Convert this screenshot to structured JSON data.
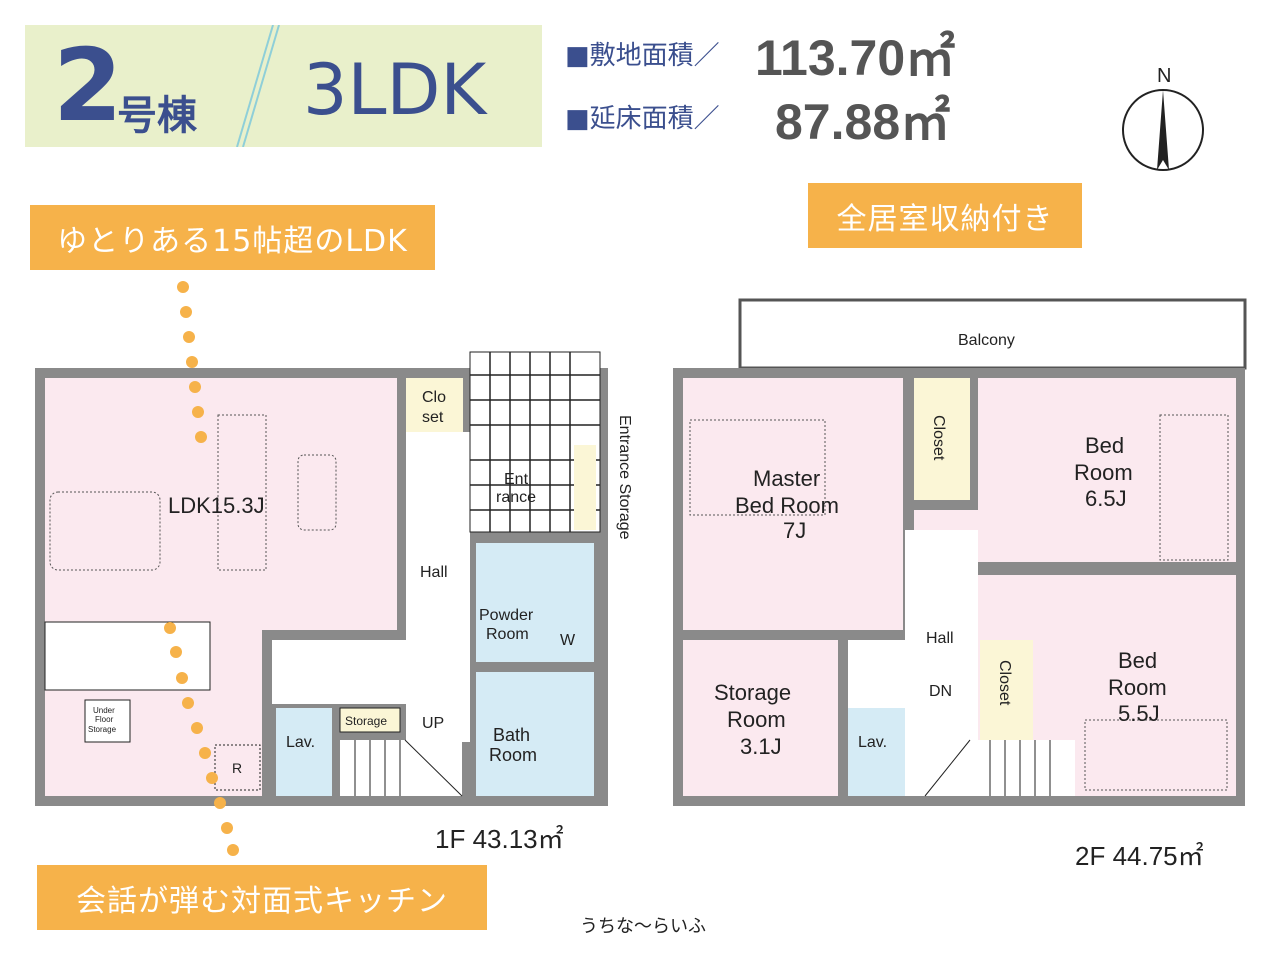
{
  "header": {
    "building_no": "2",
    "building_suffix": "号棟",
    "layout_type": "3LDK"
  },
  "areas": {
    "site_label": "■敷地面積／",
    "site_value": "113.70㎡",
    "floor_label": "■延床面積／",
    "floor_value": "87.88㎡"
  },
  "compass": {
    "north": "N"
  },
  "callouts": {
    "ldk": "ゆとりある15帖超のLDK",
    "storage": "全居室収納付き",
    "kitchen": "会話が弾む対面式キッチン"
  },
  "floor1": {
    "label": "1F 43.13㎡",
    "rooms": {
      "ldk": "LDK15.3J",
      "closet1": "Clo",
      "closet2": "set",
      "entrance1": "Ent",
      "entrance2": "rance",
      "entrance_storage": "Entrance Storage",
      "hall": "Hall",
      "powder1": "Powder",
      "powder2": "Room",
      "washer": "W",
      "bath1": "Bath",
      "bath2": "Room",
      "lav": "Lav.",
      "storage": "Storage",
      "up": "UP",
      "underfloor1": "Under",
      "underfloor2": "Floor",
      "underfloor3": "Storage",
      "fridge": "R"
    }
  },
  "floor2": {
    "label": "2F 44.75㎡",
    "rooms": {
      "balcony": "Balcony",
      "master1": "Master",
      "master2": "Bed Room",
      "master3": "7J",
      "closet_a": "Closet",
      "bed65_1": "Bed",
      "bed65_2": "Room",
      "bed65_3": "6.5J",
      "hall": "Hall",
      "dn": "DN",
      "closet_b": "Closet",
      "bed55_1": "Bed",
      "bed55_2": "Room",
      "bed55_3": "5.5J",
      "storage1": "Storage",
      "storage2": "Room",
      "storage3": "3.1J",
      "lav": "Lav."
    }
  },
  "watermark": "うちな～らいふ",
  "colors": {
    "accent_orange": "#f6b24a",
    "brand_blue": "#3b4f8e",
    "pink": "#fbe9ef",
    "blue_room": "#d5ebf5",
    "cream": "#fbf6d6",
    "wall": "#8a8a8a"
  }
}
